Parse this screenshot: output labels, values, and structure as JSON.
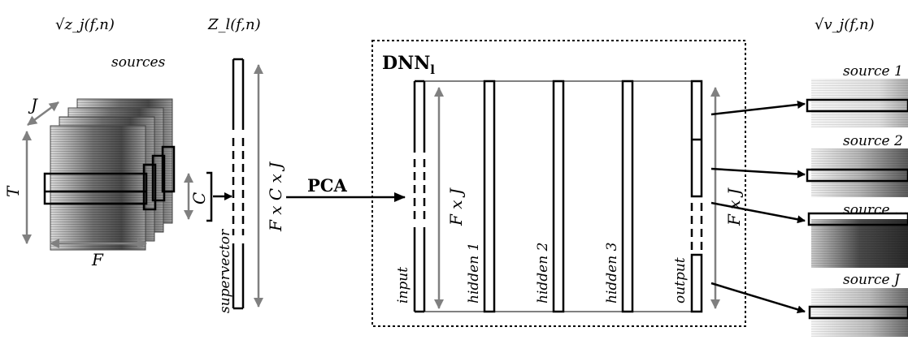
{
  "labels": {
    "sources_math": "√z_j(f,n)",
    "sources_word": "sources",
    "supervector_math": "Z_l(f,n)",
    "outputs_math": "√v_j(f,n)",
    "axis_T": "T",
    "axis_F": "F",
    "axis_J": "J",
    "axis_C": "C",
    "supervector_dim": "F x C x J",
    "supervector_word": "supervector",
    "pca": "PCA",
    "dnn_title": "DNN",
    "dnn_sub": "l",
    "input_dim": "F x J",
    "output_dim": "F x J",
    "layers": [
      "input",
      "hidden 1",
      "hidden 2",
      "hidden 3",
      "output"
    ],
    "outputs": [
      "source 1",
      "source 2",
      "source ...",
      "source J"
    ]
  },
  "colors": {
    "ink": "#000000",
    "arrow_gray": "#808080",
    "spectrogram_dark": "#2a2a2a",
    "spectrogram_light": "#f2f2f2"
  }
}
